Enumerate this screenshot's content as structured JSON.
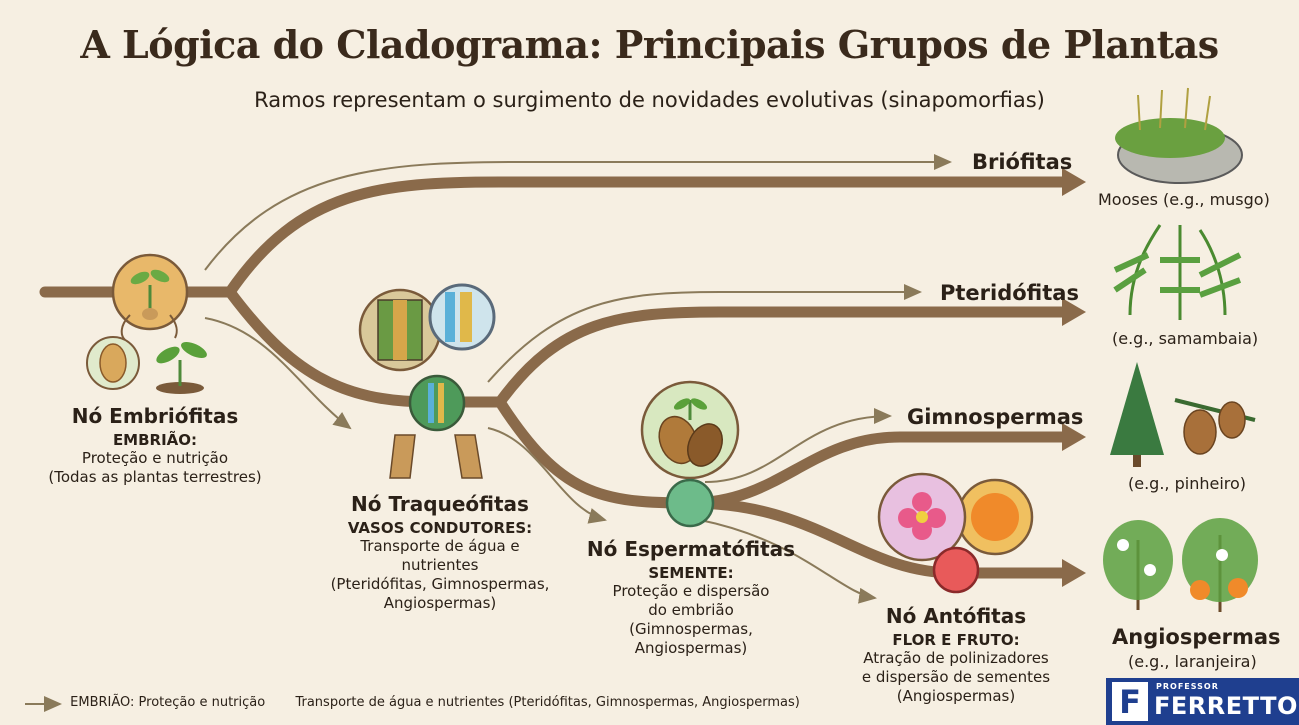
{
  "title": "A Lógica do Cladograma: Principais Grupos de Plantas",
  "subtitle": "Ramos representam o surgimento de novidades evolutivas (sinapomorfias)",
  "branches": {
    "briofitas": "Briófitas",
    "pteridofitas": "Pteridófitas",
    "gimnospermas": "Gimnospermas",
    "angiospermas": "Angiospermas"
  },
  "examples": {
    "briofitas": "Mooses (e.g., musgo)",
    "pteridofitas": "(e.g., samambaia)",
    "gimnospermas": "(e.g., pinheiro)",
    "angiospermas": "(e.g., laranjeira)"
  },
  "nodes": {
    "embriofitas": {
      "title": "Nó Embriófitas",
      "key": "EMBRIÃO:",
      "line1": "Proteção e nutrição",
      "line2": "(Todas as plantas terrestres)"
    },
    "traqueofitas": {
      "title": "Nó Traqueófitas",
      "key": "VASOS CONDUTORES:",
      "line1": "Transporte de água e",
      "line2": "nutrientes",
      "line3": "(Pteridófitas, Gimnospermas,",
      "line4": "Angiospermas)"
    },
    "espermatofitas": {
      "title": "Nó Espermatófitas",
      "key": "SEMENTE:",
      "line1": "Proteção e dispersão",
      "line2": "do embrião",
      "line3": "(Gimnospermas,",
      "line4": "Angiospermas)"
    },
    "antofitas": {
      "title": "Nó Antófitas",
      "key": "FLOR E FRUTO:",
      "line1": "Atração de polinizadores",
      "line2": "e dispersão de sementes",
      "line3": "(Angiospermas)"
    }
  },
  "legend": {
    "item1": "EMBRIÃO: Proteção e nutrição",
    "item2": "Transporte de água e nutrientes (Pteridófitas, Gimnospermas, Angiospermas)"
  },
  "logo": {
    "letter": "F",
    "small": "PROFESSOR",
    "name": "FERRETTO"
  },
  "colors": {
    "background": "#f6efe2",
    "branch": "#8a6a4a",
    "node_embriofitas": "#e8b86a",
    "node_traqueofitas": "#4e9a5a",
    "node_espermatofitas": "#6dbb8a",
    "node_antofitas": "#e85a5a",
    "logo": "#1f3f8f"
  }
}
